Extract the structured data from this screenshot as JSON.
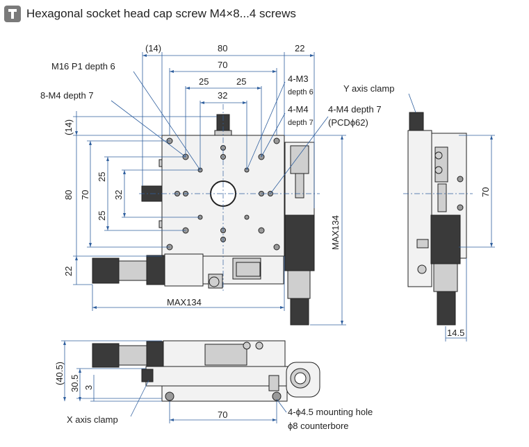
{
  "header": {
    "title": "Hexagonal socket head cap screw M4×8...4 screws",
    "icon": "info-tag-icon"
  },
  "dims": {
    "d14_top": "(14)",
    "d80_top": "80",
    "d22_top": "22",
    "d70_top": "70",
    "d25_left": "25",
    "d25_right": "25",
    "d32_top": "32",
    "d14_left": "(14)",
    "d80_left": "80",
    "d70_left": "70",
    "d25_upper": "25",
    "d32_left": "32",
    "d25_lower": "25",
    "d22_left": "22",
    "max134_bottom": "MAX134",
    "max134_right": "MAX134",
    "d70_side": "70",
    "d14_5": "14.5",
    "d40_5": "(40.5)",
    "d30_5": "30.5",
    "d3": "3",
    "d70_bottom": "70"
  },
  "callouts": {
    "m16": "M16 P1 depth 6",
    "m4_8": "8-M4 depth 7",
    "m3_a": "4-M3",
    "m3_b": "depth 6",
    "m4_4a": "4-M4",
    "m4_4b": "depth 7",
    "m4_pcd_a": "4-M4 depth 7",
    "m4_pcd_b": "(PCDϕ62)",
    "y_clamp": "Y axis clamp",
    "x_clamp": "X axis clamp",
    "mount_a": "4-ϕ4.5 mounting hole",
    "mount_b": "ϕ8 counterbore"
  }
}
